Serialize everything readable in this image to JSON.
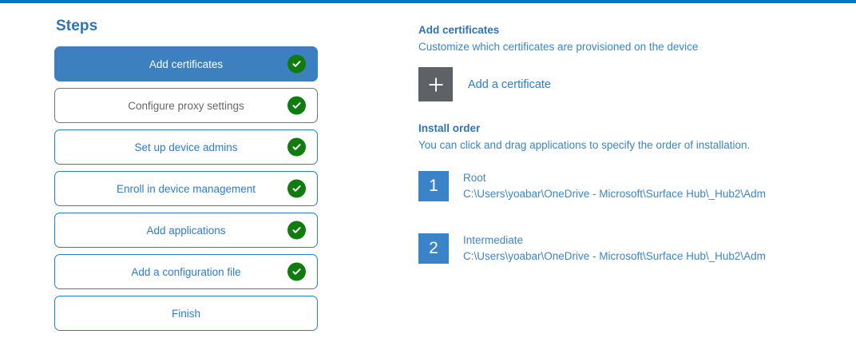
{
  "accent_color": "#0078c8",
  "steps_panel": {
    "title": "Steps",
    "items": [
      {
        "label": "Add certificates",
        "state": "active",
        "completed": true
      },
      {
        "label": "Configure proxy settings",
        "state": "muted",
        "completed": true
      },
      {
        "label": "Set up device admins",
        "state": "default",
        "completed": true
      },
      {
        "label": "Enroll in device management",
        "state": "default",
        "completed": true
      },
      {
        "label": "Add applications",
        "state": "default",
        "completed": true
      },
      {
        "label": "Add a configuration file",
        "state": "default",
        "completed": true
      },
      {
        "label": "Finish",
        "state": "default",
        "completed": false
      }
    ]
  },
  "detail_panel": {
    "heading": "Add certificates",
    "subheading": "Customize which certificates are provisioned on the device",
    "add_certificate_label": "Add a certificate",
    "install_order": {
      "heading": "Install order",
      "subheading": "You can click and drag applications to specify the order of installation.",
      "items": [
        {
          "number": "1",
          "name": "Root",
          "path": "C:\\Users\\yoabar\\OneDrive - Microsoft\\Surface Hub\\_Hub2\\Adm"
        },
        {
          "number": "2",
          "name": "Intermediate",
          "path": "C:\\Users\\yoabar\\OneDrive - Microsoft\\Surface Hub\\_Hub2\\Adm"
        }
      ]
    }
  }
}
